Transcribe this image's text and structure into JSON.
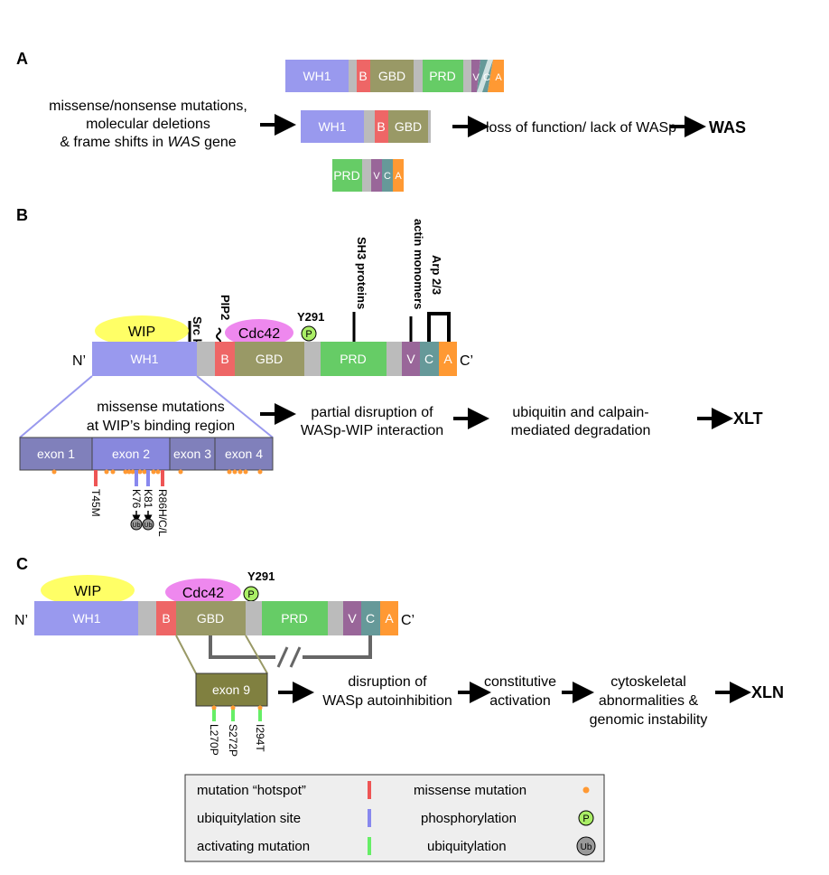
{
  "panels": {
    "a": "A",
    "b": "B",
    "c": "C"
  },
  "domains": {
    "wh1": "WH1",
    "b": "B",
    "gbd": "GBD",
    "prd": "PRD",
    "v": "V",
    "c": "C",
    "a": "A",
    "n_term": "N’",
    "c_term": "C’"
  },
  "panel_a": {
    "cause_line1": "missense/nonsense mutations,",
    "cause_line2": "molecular deletions",
    "cause_line3_pre": "& frame shifts in ",
    "cause_line3_gene": "WAS",
    "cause_line3_post": " gene",
    "effect": "loss of function/ lack of WASp",
    "outcome": "WAS"
  },
  "panel_b": {
    "wip": "WIP",
    "cdc42": "Cdc42",
    "src_kinase": "Src kinase",
    "pip2": "PIP2",
    "y291": "Y291",
    "phospho": "P",
    "sh3": "SH3 proteins",
    "actin": "actin monomers",
    "arp": "Arp 2/3",
    "cause_line1": "missense mutations",
    "cause_line2": "at WIP’s binding region",
    "effect1_line1": "partial disruption of",
    "effect1_line2": "WASp-WIP interaction",
    "effect2_line1": "ubiquitin and calpain-",
    "effect2_line2": "mediated degradation",
    "outcome": "XLT",
    "exons": [
      "exon 1",
      "exon 2",
      "exon 3",
      "exon 4"
    ],
    "mutations": [
      "T45M",
      "K76",
      "K81",
      "R86H/C/L"
    ],
    "ub": "Ub"
  },
  "panel_c": {
    "wip": "WIP",
    "cdc42": "Cdc42",
    "y291": "Y291",
    "phospho": "P",
    "exon": "exon 9",
    "mutations": [
      "L270P",
      "S272P",
      "I294T"
    ],
    "effect1_line1": "disruption of",
    "effect1_line2": "WASp autoinhibition",
    "effect2_line1": "constitutive",
    "effect2_line2": "activation",
    "effect3_line1": "cytoskeletal",
    "effect3_line2": "abnormalities &",
    "effect3_line3": "genomic instability",
    "outcome": "XLN"
  },
  "legend": {
    "hotspot": "mutation “hotspot”",
    "ubiq_site": "ubiquitylation site",
    "activating": "activating mutation",
    "missense": "missense mutation",
    "phosphorylation": "phosphorylation",
    "ubiquitylation": "ubiquitylation",
    "phospho_symbol": "P",
    "ub_symbol": "Ub"
  },
  "colors": {
    "wh1": "#9999ee",
    "b": "#ee6666",
    "gbd": "#999966",
    "prd": "#66cc66",
    "v": "#996699",
    "c": "#669999",
    "a": "#ff9933",
    "linker": "#bbbbbb",
    "wip": "#ffff66",
    "cdc42": "#ee88ee",
    "exon": "#8080bb",
    "hotspot": "#ee5555",
    "ubsite": "#8888ee",
    "activating": "#66ee66",
    "missense_dot": "#ff9933",
    "phospho": "#aaee66",
    "ub": "#999999"
  }
}
